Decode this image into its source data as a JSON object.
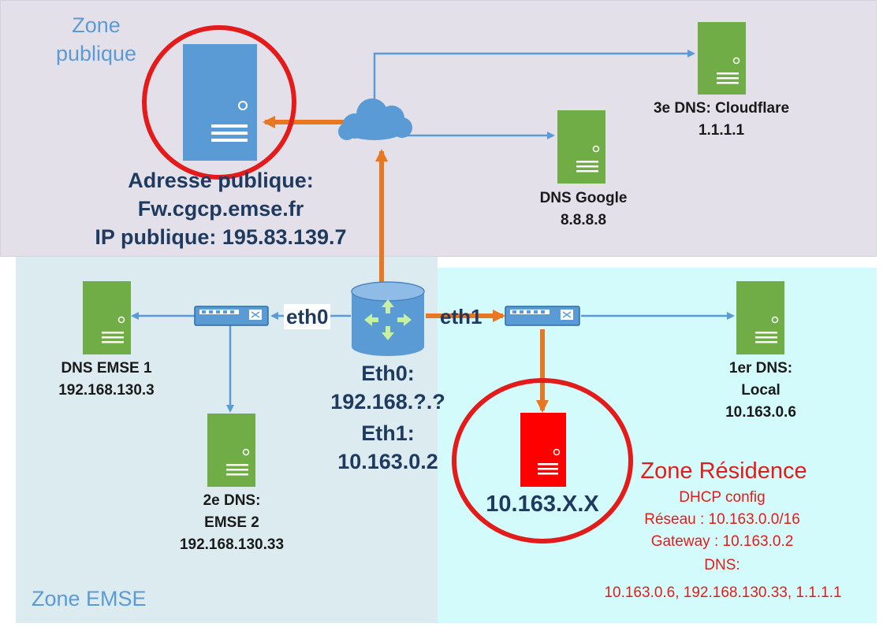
{
  "zones": {
    "public": "Zone\npublique",
    "emse": "Zone EMSE",
    "residence": "Zone Résidence"
  },
  "public_server": {
    "line1": "Adresse publique:",
    "line2": "Fw.cgcp.emse.fr",
    "line3": "IP publique: 195.83.139.7"
  },
  "dns_cloudflare": {
    "line1": "3e DNS: Cloudflare",
    "line2": "1.1.1.1"
  },
  "dns_google": {
    "line1": "DNS Google",
    "line2": "8.8.8.8"
  },
  "dns_emse1": {
    "line1": "DNS EMSE 1",
    "line2": "192.168.130.3"
  },
  "dns_emse2": {
    "line1": "2e DNS:",
    "line2": "EMSE 2",
    "line3": "192.168.130.33"
  },
  "dns_local": {
    "line1": "1er DNS:",
    "line2": "Local",
    "line3": "10.163.0.6"
  },
  "router": {
    "port0": "eth0",
    "port1": "eth1",
    "line1": "Eth0:",
    "line2": "192.168.?.?",
    "line3": "Eth1:",
    "line4": "10.163.0.2"
  },
  "client": {
    "ip": "10.163.X.X"
  },
  "dhcp": {
    "title": "DHCP config",
    "network": "Réseau : 10.163.0.0/16",
    "gateway": "Gateway : 10.163.0.2",
    "dns_label": "DNS:",
    "dns_values": "10.163.0.6, 192.168.130.33, 1.1.1.1"
  },
  "colors": {
    "zone_public": "#e4e0ea",
    "zone_emse": "#dcebf0",
    "zone_residence": "#d4fbfb",
    "server_green": "#70ad47",
    "server_blue": "#5b9bd5",
    "server_red": "#ff0000",
    "orange_arrow": "#e87722",
    "blue_line": "#5b9bd5",
    "highlight_circle": "#e31b1b"
  },
  "icons": [
    "server-icon",
    "cloud-icon",
    "switch-icon",
    "router-icon"
  ]
}
